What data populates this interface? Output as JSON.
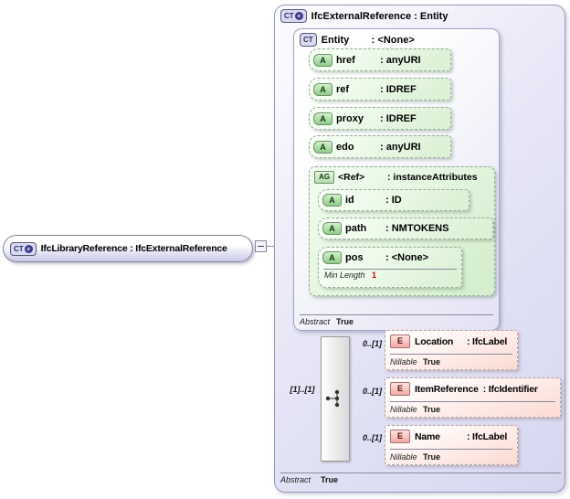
{
  "diagram": {
    "source_element": {
      "icon": "CT",
      "plus": "+",
      "label": "IfcLibraryReference : IfcExternalReference"
    },
    "type_box": {
      "icon": "CT",
      "plus": "+",
      "title": "IfcExternalReference : Entity",
      "abstract_label": "Abstract",
      "abstract_value": "True",
      "base_type_box": {
        "icon": "CT",
        "name": "Entity",
        "type": ": <None>",
        "abstract_label": "Abstract",
        "abstract_value": "True",
        "attributes": [
          {
            "icon": "A",
            "name": "href",
            "type": ": anyURI"
          },
          {
            "icon": "A",
            "name": "ref",
            "type": ": IDREF"
          },
          {
            "icon": "A",
            "name": "proxy",
            "type": ": IDREF"
          },
          {
            "icon": "A",
            "name": "edo",
            "type": ": anyURI"
          }
        ],
        "attribute_group": {
          "icon": "AG",
          "name": "<Ref>",
          "type": ": instanceAttributes",
          "attributes": [
            {
              "icon": "A",
              "name": "id",
              "type": ": ID"
            },
            {
              "icon": "A",
              "name": "path",
              "type": ": NMTOKENS"
            },
            {
              "icon": "A",
              "name": "pos",
              "type": ": <None>",
              "facet_label": "Min Length",
              "facet_value": "1"
            }
          ]
        }
      },
      "compositor": {
        "cardinality": "[1]..[1]",
        "elements": [
          {
            "icon": "E",
            "occurrence": "0..[1]",
            "name": "Location",
            "type": ": IfcLabel",
            "nillable_label": "Nillable",
            "nillable_value": "True"
          },
          {
            "icon": "E",
            "occurrence": "0..[1]",
            "name": "ItemReference",
            "type": ": IfcIdentifier",
            "nillable_label": "Nillable",
            "nillable_value": "True"
          },
          {
            "icon": "E",
            "occurrence": "0..[1]",
            "name": "Name",
            "type": ": IfcLabel",
            "nillable_label": "Nillable",
            "nillable_value": "True"
          }
        ]
      }
    },
    "colors": {
      "container_fill": "#dcdcf4",
      "attribute_fill": "#dcf1d6",
      "element_fill": "#fcdcd5",
      "facet_value_red": "#cc0000",
      "line_gray": "#8f8fa8"
    }
  }
}
